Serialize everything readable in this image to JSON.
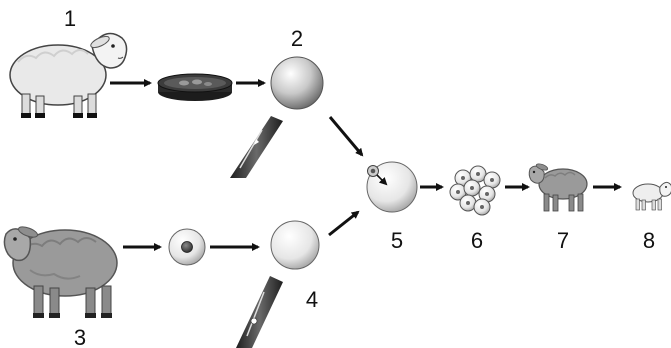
{
  "labels": {
    "l1": "1",
    "l2": "2",
    "l3": "3",
    "l4": "4",
    "l5": "5",
    "l6": "6",
    "l7": "7",
    "l8": "8"
  },
  "colors": {
    "stroke": "#111111",
    "white_wool": "#e9e9e9",
    "grey_wool": "#9a9a9a",
    "cell_light": "#f2f2f2",
    "cell_dark": "#a8a8a8",
    "nucleus": "#4f4f4f"
  },
  "icons": [
    "sheep-icon",
    "petri-dish-icon",
    "egg-cell-icon",
    "micropipette-icon",
    "arrow-icon",
    "embryo-cluster-icon",
    "lamb-icon"
  ]
}
